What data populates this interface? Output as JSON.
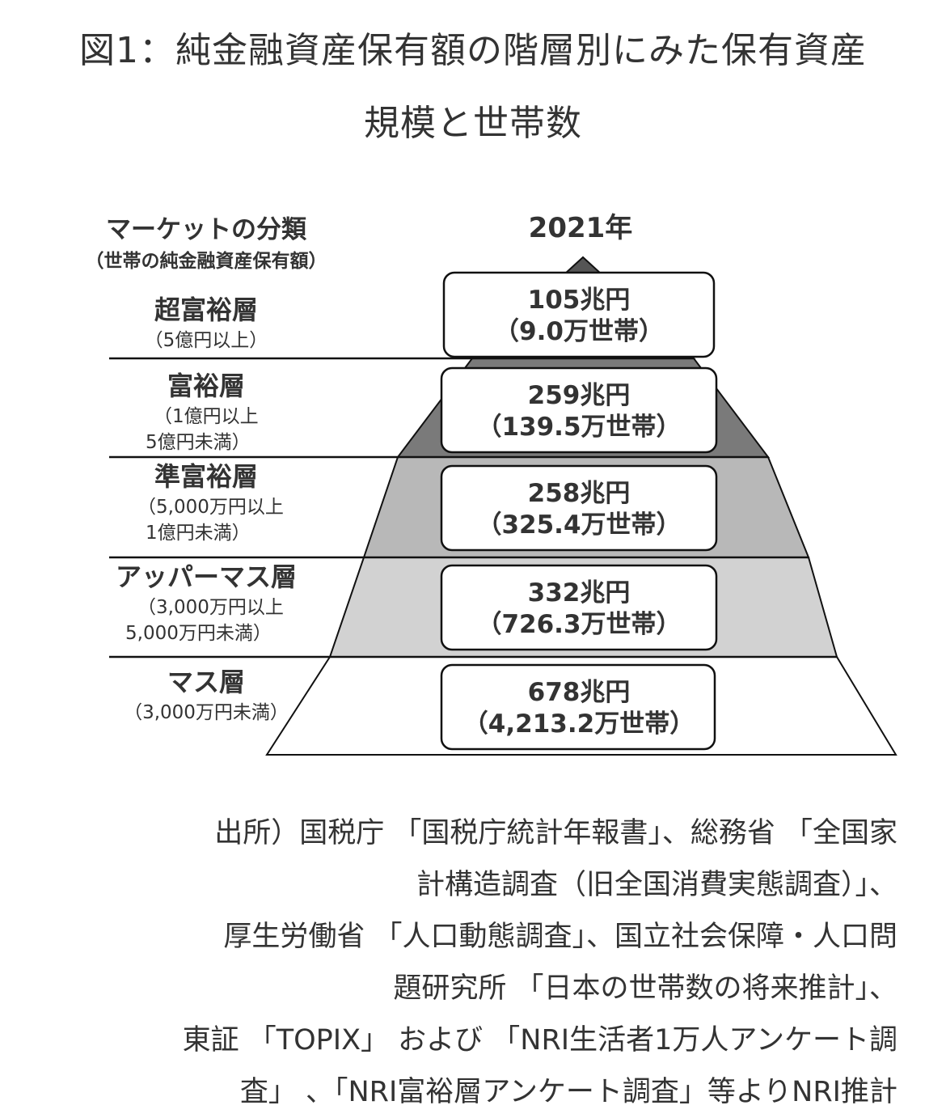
{
  "title": {
    "line1": "図1：純金融資産保有額の階層別にみた保有資産",
    "line2": "規模と世帯数"
  },
  "header": {
    "category_title": "マーケットの分類",
    "category_subtitle": "（世帯の純金融資産保有額）",
    "year": "2021年"
  },
  "tiers": [
    {
      "name": "超富裕層",
      "range1": "（5億円以上）",
      "range2": "",
      "assets": "105兆円",
      "households": "（9.0万世帯）"
    },
    {
      "name": "富裕層",
      "range1": "（1億円以上",
      "range2": "5億円未満）",
      "assets": "259兆円",
      "households": "（139.5万世帯）"
    },
    {
      "name": "準富裕層",
      "range1": "（5,000万円以上",
      "range2": "1億円未満）",
      "assets": "258兆円",
      "households": "（325.4万世帯）"
    },
    {
      "name": "アッパーマス層",
      "range1": "（3,000万円以上",
      "range2": "5,000万円未満）",
      "assets": "332兆円",
      "households": "（726.3万世帯）"
    },
    {
      "name": "マス層",
      "range1": "（3,000万円未満）",
      "range2": "",
      "assets": "678兆円",
      "households": "（4,213.2万世帯）"
    }
  ],
  "source": {
    "lines": [
      "出所）国税庁 「国税庁統計年報書」、総務省 「全国家",
      "計構造調査（旧全国消費実態調査）」、",
      "厚生労働省 「人口動態調査」、国立社会保障・人口問",
      "題研究所 「日本の世帯数の将来推計」、",
      "東証 「TOPIX」 および 「NRI生活者1万人アンケート調",
      "査」 、「NRI富裕層アンケート調査」等よりNRI推計"
    ]
  },
  "colors": {
    "tier_fills": [
      "#555555",
      "#7a7a7a",
      "#b8b8b8",
      "#d2d2d2",
      "#ffffff"
    ],
    "line": "#111111",
    "text": "#333333"
  }
}
